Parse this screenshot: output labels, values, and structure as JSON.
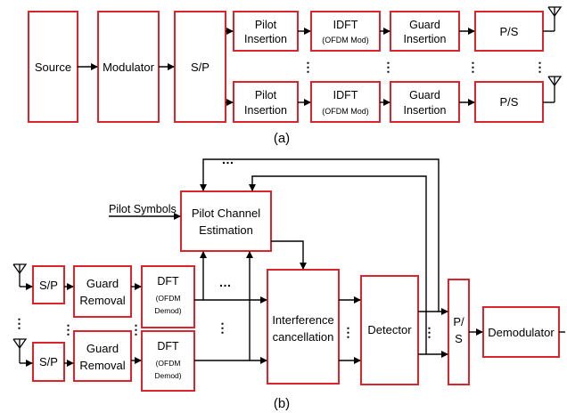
{
  "part_a": {
    "caption": "(a)",
    "source": "Source",
    "modulator": "Modulator",
    "sp": "S/P",
    "pilot_insertion_1": "Pilot",
    "pilot_insertion_2": "Insertion",
    "idft_1": "IDFT",
    "idft_2": "(OFDM Mod)",
    "guard_insertion_1": "Guard",
    "guard_insertion_2": "Insertion",
    "ps": "P/S",
    "dots_v": "⋮"
  },
  "part_b": {
    "caption": "(b)",
    "pilot_symbols": "Pilot Symbols",
    "pilot_channel_1": "Pilot Channel",
    "pilot_channel_2": "Estimation",
    "sp": "S/P",
    "guard_removal_1": "Guard",
    "guard_removal_2": "Removal",
    "dft_1": "DFT",
    "dft_2": "(OFDM",
    "dft_3": "Demod)",
    "interference_1": "Interference",
    "interference_2": "cancellation",
    "detector": "Detector",
    "ps_1": "P/",
    "ps_2": "S",
    "demodulator": "Demodulator",
    "dots_h": "…",
    "dots_v": "⋮"
  }
}
